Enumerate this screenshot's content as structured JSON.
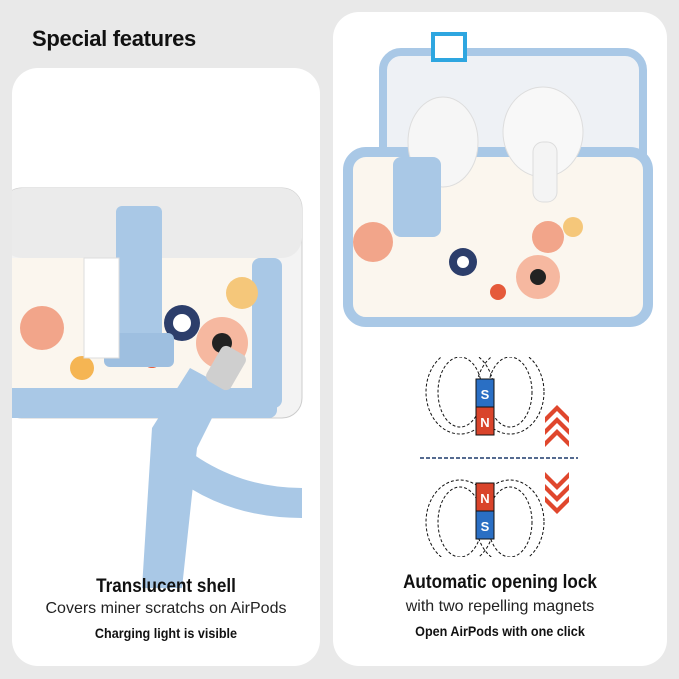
{
  "header": {
    "title": "Special features"
  },
  "left_panel": {
    "heading": "Translucent shell",
    "subtitle": "Covers miner scratchs on AirPods",
    "note": "Charging light is visible"
  },
  "right_panel": {
    "heading": "Automatic opening lock",
    "subtitle": "with two repelling magnets",
    "note": "Open AirPods with one click",
    "magnets": {
      "top": [
        "S",
        "N"
      ],
      "bottom": [
        "N",
        "S"
      ]
    }
  },
  "colors": {
    "case_blue": "#a9c8e6",
    "magnet_blue": "#2a6fc4",
    "magnet_red": "#d9442b",
    "arrow_red": "#e0472d",
    "background": "#e9e9e9"
  }
}
